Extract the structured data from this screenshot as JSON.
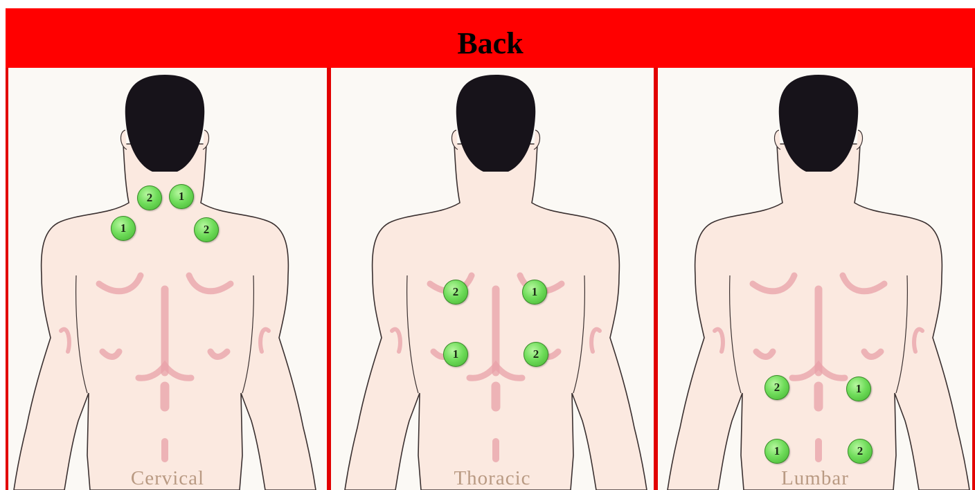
{
  "header": {
    "title": "Back"
  },
  "panels": [
    {
      "label": "Cervical",
      "markers": [
        "2",
        "1",
        "1",
        "2"
      ]
    },
    {
      "label": "Thoracic",
      "markers": [
        "2",
        "1",
        "1",
        "2"
      ]
    },
    {
      "label": "Lumbar",
      "markers": [
        "2",
        "1",
        "1",
        "2"
      ]
    }
  ],
  "colors": {
    "header_bg": "#ff0000",
    "border": "#e20000",
    "skin": "#fbe9e0",
    "hair": "#17131a",
    "muscle": "#e8a0a8",
    "marker": "#6fdc5a",
    "label": "#b99a83"
  }
}
